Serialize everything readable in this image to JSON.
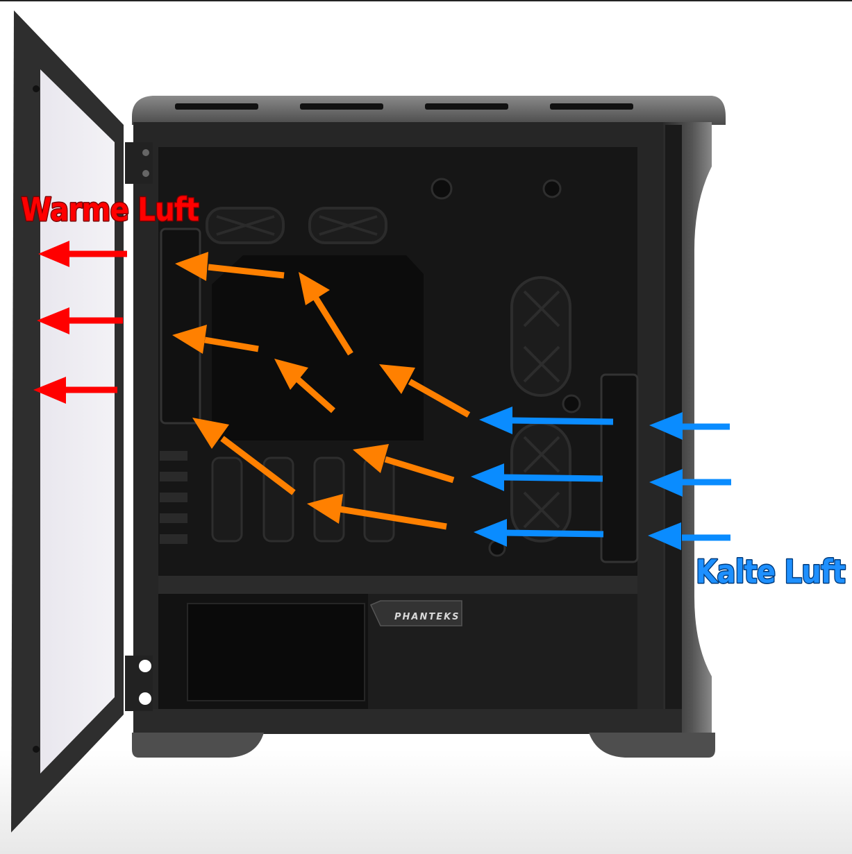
{
  "labels": {
    "warm_air": "Warme Luft",
    "cold_air": "Kalte Luft",
    "brand": "PHANTEKS"
  },
  "colors": {
    "warm_arrow": "#ff0000",
    "internal_arrow": "#ff8000",
    "cold_arrow": "#0a8cff",
    "warm_text": "#ff0000",
    "cold_text": "#1e90ff",
    "case_body": "#1f1f1f",
    "case_interior": "#141414",
    "case_frame": "#555555"
  },
  "icons": {
    "arrow_head": "triangle-arrow-icon",
    "fan": "fan-icon",
    "hinge": "hinge-icon"
  }
}
